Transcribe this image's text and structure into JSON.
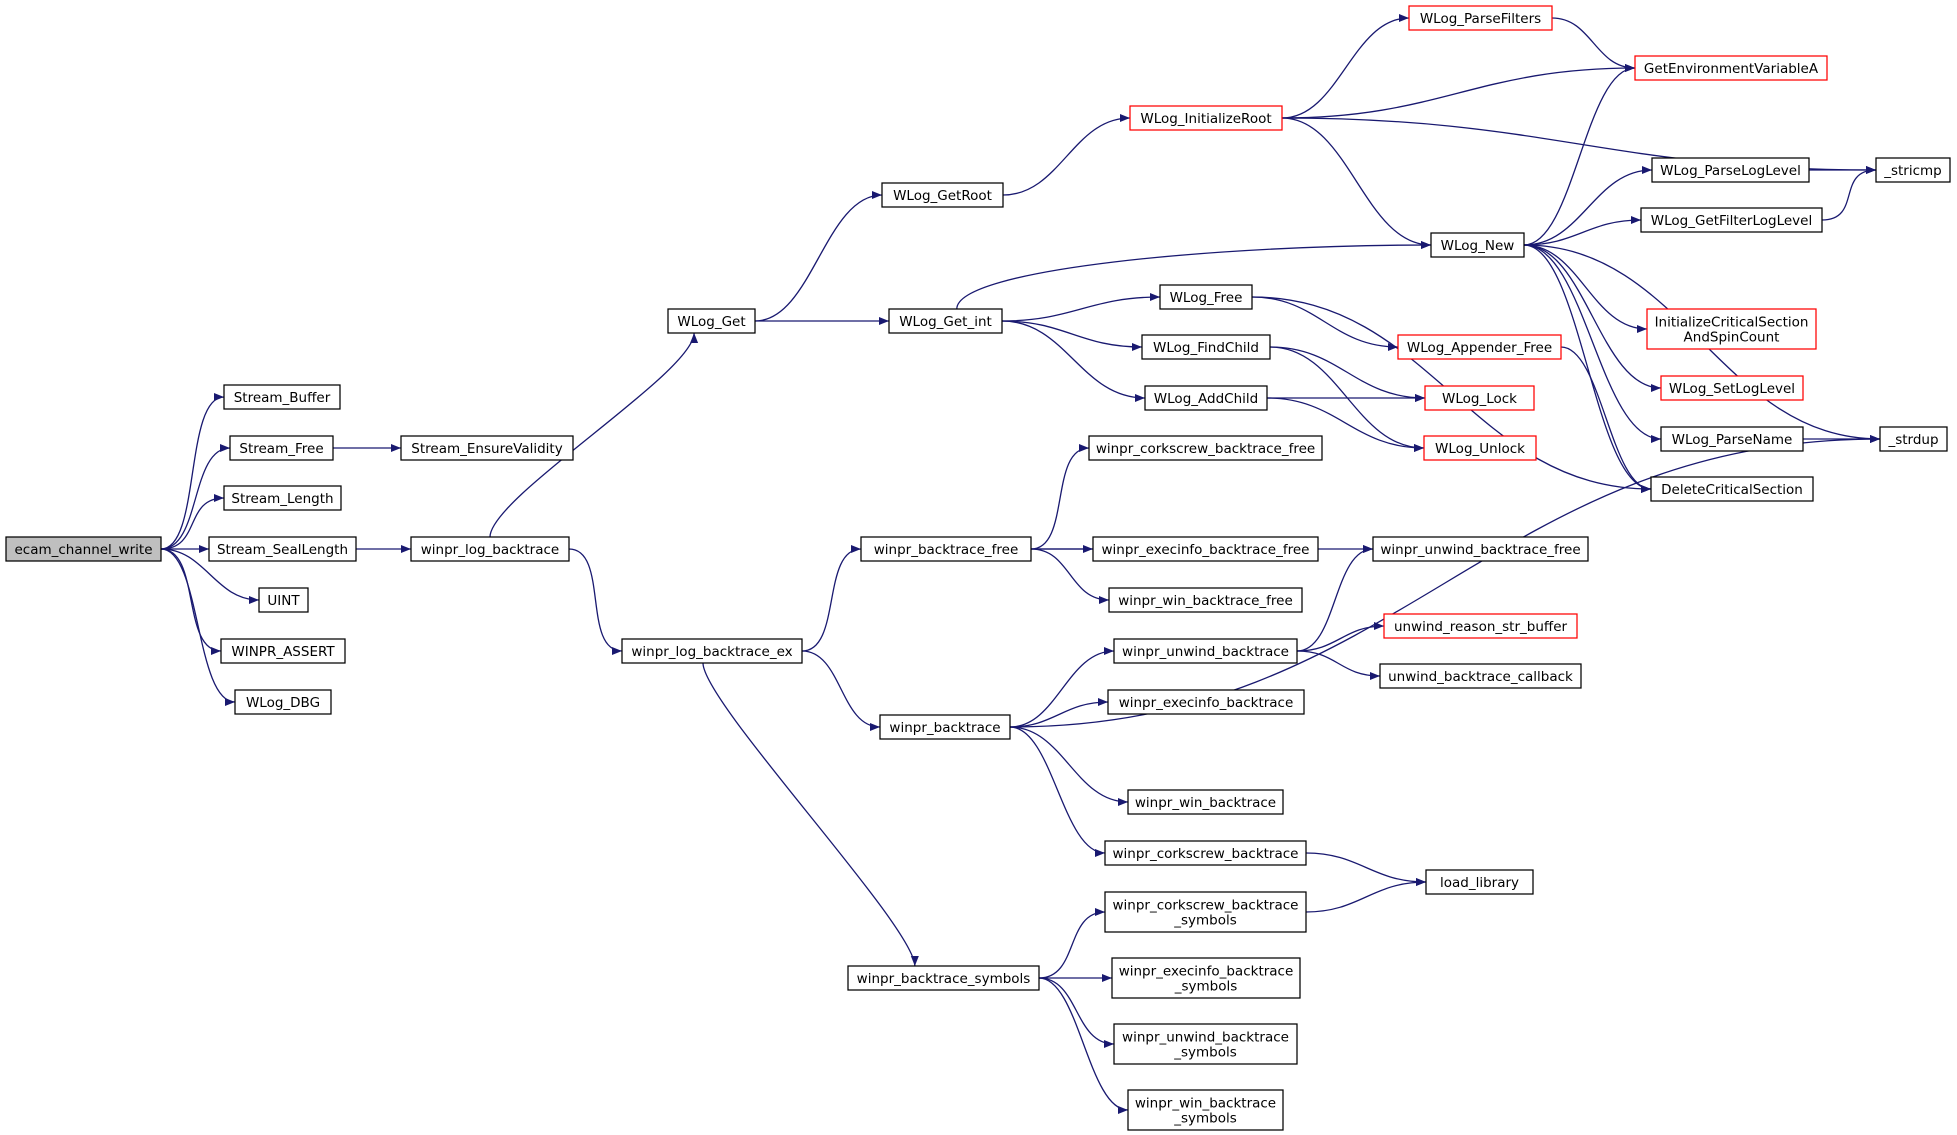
{
  "nodes": [
    {
      "id": "ecam_channel_write",
      "lines": [
        "ecam_channel_write"
      ],
      "root": true
    },
    {
      "id": "Stream_Buffer",
      "lines": [
        "Stream_Buffer"
      ]
    },
    {
      "id": "Stream_Free",
      "lines": [
        "Stream_Free"
      ]
    },
    {
      "id": "Stream_EnsureValidity",
      "lines": [
        "Stream_EnsureValidity"
      ]
    },
    {
      "id": "Stream_Length",
      "lines": [
        "Stream_Length"
      ]
    },
    {
      "id": "Stream_SealLength",
      "lines": [
        "Stream_SealLength"
      ]
    },
    {
      "id": "winpr_log_backtrace",
      "lines": [
        "winpr_log_backtrace"
      ]
    },
    {
      "id": "UINT",
      "lines": [
        "UINT"
      ]
    },
    {
      "id": "WINPR_ASSERT",
      "lines": [
        "WINPR_ASSERT"
      ]
    },
    {
      "id": "WLog_DBG",
      "lines": [
        "WLog_DBG"
      ]
    },
    {
      "id": "WLog_Get",
      "lines": [
        "WLog_Get"
      ]
    },
    {
      "id": "winpr_log_backtrace_ex",
      "lines": [
        "winpr_log_backtrace_ex"
      ]
    },
    {
      "id": "WLog_GetRoot",
      "lines": [
        "WLog_GetRoot"
      ]
    },
    {
      "id": "WLog_Get_int",
      "lines": [
        "WLog_Get_int"
      ]
    },
    {
      "id": "winpr_backtrace_free",
      "lines": [
        "winpr_backtrace_free"
      ]
    },
    {
      "id": "winpr_backtrace",
      "lines": [
        "winpr_backtrace"
      ]
    },
    {
      "id": "winpr_backtrace_symbols",
      "lines": [
        "winpr_backtrace_symbols"
      ]
    },
    {
      "id": "WLog_InitializeRoot",
      "lines": [
        "WLog_InitializeRoot"
      ],
      "truncated": true
    },
    {
      "id": "WLog_ParseFilters",
      "lines": [
        "WLog_ParseFilters"
      ],
      "truncated": true
    },
    {
      "id": "GetEnvironmentVariableA",
      "lines": [
        "GetEnvironmentVariableA"
      ],
      "truncated": true
    },
    {
      "id": "_stricmp",
      "lines": [
        "_stricmp"
      ]
    },
    {
      "id": "WLog_New",
      "lines": [
        "WLog_New"
      ]
    },
    {
      "id": "WLog_ParseLogLevel",
      "lines": [
        "WLog_ParseLogLevel"
      ]
    },
    {
      "id": "WLog_GetFilterLogLevel",
      "lines": [
        "WLog_GetFilterLogLevel"
      ]
    },
    {
      "id": "InitializeCriticalSectionAndSpinCount",
      "lines": [
        "InitializeCriticalSection",
        "AndSpinCount"
      ],
      "truncated": true
    },
    {
      "id": "WLog_SetLogLevel",
      "lines": [
        "WLog_SetLogLevel"
      ],
      "truncated": true
    },
    {
      "id": "WLog_ParseName",
      "lines": [
        "WLog_ParseName"
      ]
    },
    {
      "id": "_strdup",
      "lines": [
        "_strdup"
      ]
    },
    {
      "id": "DeleteCriticalSection",
      "lines": [
        "DeleteCriticalSection"
      ]
    },
    {
      "id": "WLog_Free",
      "lines": [
        "WLog_Free"
      ]
    },
    {
      "id": "WLog_FindChild",
      "lines": [
        "WLog_FindChild"
      ]
    },
    {
      "id": "WLog_AddChild",
      "lines": [
        "WLog_AddChild"
      ]
    },
    {
      "id": "WLog_Appender_Free",
      "lines": [
        "WLog_Appender_Free"
      ],
      "truncated": true
    },
    {
      "id": "WLog_Lock",
      "lines": [
        "WLog_Lock"
      ],
      "truncated": true
    },
    {
      "id": "WLog_Unlock",
      "lines": [
        "WLog_Unlock"
      ],
      "truncated": true
    },
    {
      "id": "winpr_corkscrew_backtrace_free",
      "lines": [
        "winpr_corkscrew_backtrace_free"
      ]
    },
    {
      "id": "winpr_execinfo_backtrace_free",
      "lines": [
        "winpr_execinfo_backtrace_free"
      ]
    },
    {
      "id": "winpr_win_backtrace_free",
      "lines": [
        "winpr_win_backtrace_free"
      ]
    },
    {
      "id": "winpr_unwind_backtrace_free",
      "lines": [
        "winpr_unwind_backtrace_free"
      ]
    },
    {
      "id": "winpr_unwind_backtrace",
      "lines": [
        "winpr_unwind_backtrace"
      ]
    },
    {
      "id": "unwind_reason_str_buffer",
      "lines": [
        "unwind_reason_str_buffer"
      ],
      "truncated": true
    },
    {
      "id": "unwind_backtrace_callback",
      "lines": [
        "unwind_backtrace_callback"
      ]
    },
    {
      "id": "winpr_execinfo_backtrace",
      "lines": [
        "winpr_execinfo_backtrace"
      ]
    },
    {
      "id": "winpr_win_backtrace",
      "lines": [
        "winpr_win_backtrace"
      ]
    },
    {
      "id": "winpr_corkscrew_backtrace",
      "lines": [
        "winpr_corkscrew_backtrace"
      ]
    },
    {
      "id": "load_library",
      "lines": [
        "load_library"
      ]
    },
    {
      "id": "winpr_corkscrew_backtrace_symbols",
      "lines": [
        "winpr_corkscrew_backtrace",
        "_symbols"
      ]
    },
    {
      "id": "winpr_execinfo_backtrace_symbols",
      "lines": [
        "winpr_execinfo_backtrace",
        "_symbols"
      ]
    },
    {
      "id": "winpr_unwind_backtrace_symbols",
      "lines": [
        "winpr_unwind_backtrace",
        "_symbols"
      ]
    },
    {
      "id": "winpr_win_backtrace_symbols",
      "lines": [
        "winpr_win_backtrace",
        "_symbols"
      ]
    }
  ],
  "edges": [
    [
      "ecam_channel_write",
      "Stream_Buffer"
    ],
    [
      "ecam_channel_write",
      "Stream_Free"
    ],
    [
      "ecam_channel_write",
      "Stream_Length"
    ],
    [
      "ecam_channel_write",
      "Stream_SealLength"
    ],
    [
      "ecam_channel_write",
      "UINT"
    ],
    [
      "ecam_channel_write",
      "WINPR_ASSERT"
    ],
    [
      "ecam_channel_write",
      "WLog_DBG"
    ],
    [
      "Stream_Free",
      "Stream_EnsureValidity"
    ],
    [
      "Stream_SealLength",
      "winpr_log_backtrace"
    ],
    [
      "winpr_log_backtrace",
      "WLog_Get"
    ],
    [
      "winpr_log_backtrace",
      "winpr_log_backtrace_ex"
    ],
    [
      "WLog_Get",
      "WLog_GetRoot"
    ],
    [
      "WLog_Get",
      "WLog_Get_int"
    ],
    [
      "WLog_GetRoot",
      "WLog_InitializeRoot"
    ],
    [
      "WLog_InitializeRoot",
      "WLog_ParseFilters"
    ],
    [
      "WLog_InitializeRoot",
      "GetEnvironmentVariableA"
    ],
    [
      "WLog_InitializeRoot",
      "_stricmp"
    ],
    [
      "WLog_InitializeRoot",
      "WLog_New"
    ],
    [
      "WLog_ParseFilters",
      "GetEnvironmentVariableA"
    ],
    [
      "WLog_New",
      "GetEnvironmentVariableA"
    ],
    [
      "WLog_New",
      "WLog_ParseLogLevel"
    ],
    [
      "WLog_New",
      "WLog_GetFilterLogLevel"
    ],
    [
      "WLog_New",
      "InitializeCriticalSectionAndSpinCount"
    ],
    [
      "WLog_New",
      "WLog_SetLogLevel"
    ],
    [
      "WLog_New",
      "WLog_ParseName"
    ],
    [
      "WLog_New",
      "DeleteCriticalSection"
    ],
    [
      "WLog_New",
      "_strdup"
    ],
    [
      "WLog_ParseLogLevel",
      "_stricmp"
    ],
    [
      "WLog_GetFilterLogLevel",
      "_stricmp"
    ],
    [
      "WLog_ParseName",
      "_strdup"
    ],
    [
      "WLog_Get_int",
      "WLog_New"
    ],
    [
      "WLog_Get_int",
      "WLog_Free"
    ],
    [
      "WLog_Get_int",
      "WLog_FindChild"
    ],
    [
      "WLog_Get_int",
      "WLog_AddChild"
    ],
    [
      "WLog_Free",
      "WLog_Appender_Free"
    ],
    [
      "WLog_Free",
      "DeleteCriticalSection"
    ],
    [
      "WLog_Appender_Free",
      "DeleteCriticalSection"
    ],
    [
      "WLog_FindChild",
      "WLog_Lock"
    ],
    [
      "WLog_FindChild",
      "WLog_Unlock"
    ],
    [
      "WLog_AddChild",
      "WLog_Lock"
    ],
    [
      "WLog_AddChild",
      "WLog_Unlock"
    ],
    [
      "winpr_log_backtrace_ex",
      "winpr_backtrace_free"
    ],
    [
      "winpr_log_backtrace_ex",
      "winpr_backtrace"
    ],
    [
      "winpr_log_backtrace_ex",
      "winpr_backtrace_symbols"
    ],
    [
      "winpr_backtrace_free",
      "winpr_corkscrew_backtrace_free"
    ],
    [
      "winpr_backtrace_free",
      "winpr_execinfo_backtrace_free"
    ],
    [
      "winpr_backtrace_free",
      "winpr_unwind_backtrace_free"
    ],
    [
      "winpr_backtrace_free",
      "winpr_win_backtrace_free"
    ],
    [
      "winpr_backtrace",
      "winpr_unwind_backtrace"
    ],
    [
      "winpr_backtrace",
      "winpr_execinfo_backtrace"
    ],
    [
      "winpr_backtrace",
      "_strdup"
    ],
    [
      "winpr_backtrace",
      "winpr_win_backtrace"
    ],
    [
      "winpr_backtrace",
      "winpr_corkscrew_backtrace"
    ],
    [
      "winpr_unwind_backtrace",
      "winpr_unwind_backtrace_free"
    ],
    [
      "winpr_unwind_backtrace",
      "unwind_reason_str_buffer"
    ],
    [
      "winpr_unwind_backtrace",
      "unwind_backtrace_callback"
    ],
    [
      "winpr_corkscrew_backtrace",
      "load_library"
    ],
    [
      "winpr_corkscrew_backtrace_symbols",
      "load_library"
    ],
    [
      "winpr_backtrace_symbols",
      "winpr_corkscrew_backtrace_symbols"
    ],
    [
      "winpr_backtrace_symbols",
      "winpr_execinfo_backtrace_symbols"
    ],
    [
      "winpr_backtrace_symbols",
      "winpr_unwind_backtrace_symbols"
    ],
    [
      "winpr_backtrace_symbols",
      "winpr_win_backtrace_symbols"
    ]
  ],
  "colors": {
    "edge": "#191970",
    "node_border": "#000000",
    "truncated_border": "#ff0000",
    "root_fill": "#bfbfbf"
  }
}
